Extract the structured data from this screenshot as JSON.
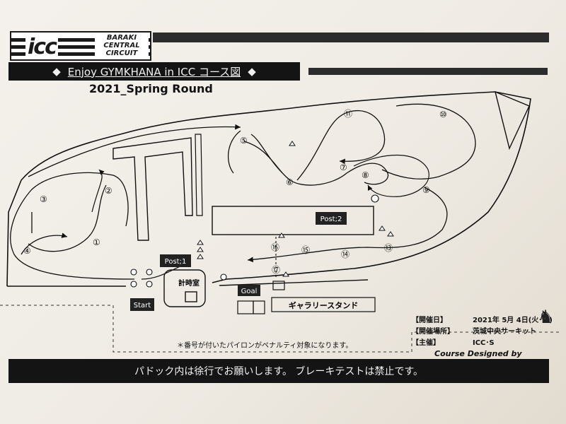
{
  "logo": {
    "mark": "icc",
    "name_lines": [
      "BARAKI",
      "CENTRAL",
      "CIRCUIT"
    ]
  },
  "title": {
    "left_diamond": "◆",
    "text": "Enjoy GYMKHANA in ICC コース図",
    "right_diamond": "◆"
  },
  "round": "2021_Spring Round",
  "map": {
    "posts": [
      "Post;1",
      "Post;2"
    ],
    "start_label": "Start",
    "goal_label": "Goal",
    "timing_booth": "計時室",
    "grandstand": "ギャラリースタンド",
    "waypoints": [
      {
        "num": "①"
      },
      {
        "num": "②"
      },
      {
        "num": "③"
      },
      {
        "num": "④"
      },
      {
        "num": "⑤"
      },
      {
        "num": "⑥"
      },
      {
        "num": "⑦"
      },
      {
        "num": "⑧"
      },
      {
        "num": "⑨"
      },
      {
        "num": "⑩"
      },
      {
        "num": "⑪"
      },
      {
        "num": "⑬"
      },
      {
        "num": "⑭"
      },
      {
        "num": "⑮"
      },
      {
        "num": "⑯"
      },
      {
        "num": "⑰"
      }
    ]
  },
  "info": {
    "date_label": "【開催日】",
    "date_value": "2021年 5月 4日(火･祝)",
    "venue_label": "【開催場所】",
    "venue_value": "茨城中央サーキット",
    "host_label": "【主催】",
    "host_value": "ICC･S",
    "designer": "Course Designed by Narushima"
  },
  "note": "＊番号が付いたパイロンがペナルティ対象になります。",
  "footer": "パドック内は徐行でお願いします。 ブレーキテストは禁止です。",
  "icons": [
    "horse-icon",
    "pylon-icon",
    "flow-arrow-icon"
  ],
  "colors": {
    "ink": "#141414",
    "paper": "#f2eee8"
  }
}
